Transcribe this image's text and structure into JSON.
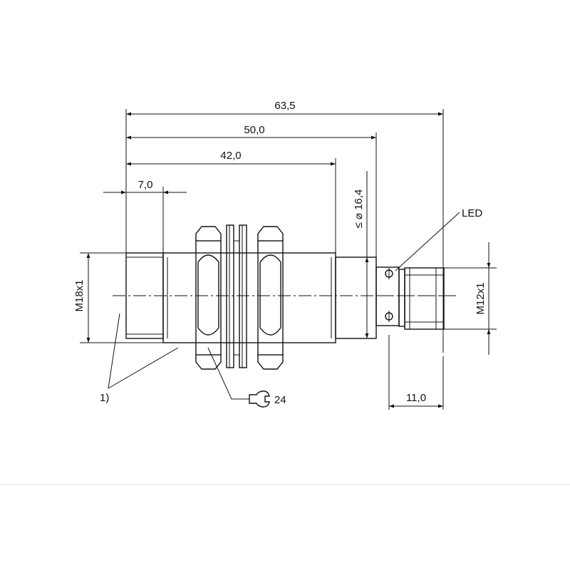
{
  "dimensions": {
    "overall_length": "63,5",
    "length_to_connector": "50,0",
    "thread_length": "42,0",
    "front_face_length": "7,0",
    "connector_length": "11,0",
    "body_diameter": "≤ ⌀ 16,4"
  },
  "threads": {
    "body_thread": "M18x1",
    "connector_thread": "M12x1"
  },
  "callouts": {
    "led": "LED",
    "note_marker": "1)",
    "wrench_size": "24"
  },
  "colors": {
    "line": "#111111",
    "background": "#ffffff"
  }
}
